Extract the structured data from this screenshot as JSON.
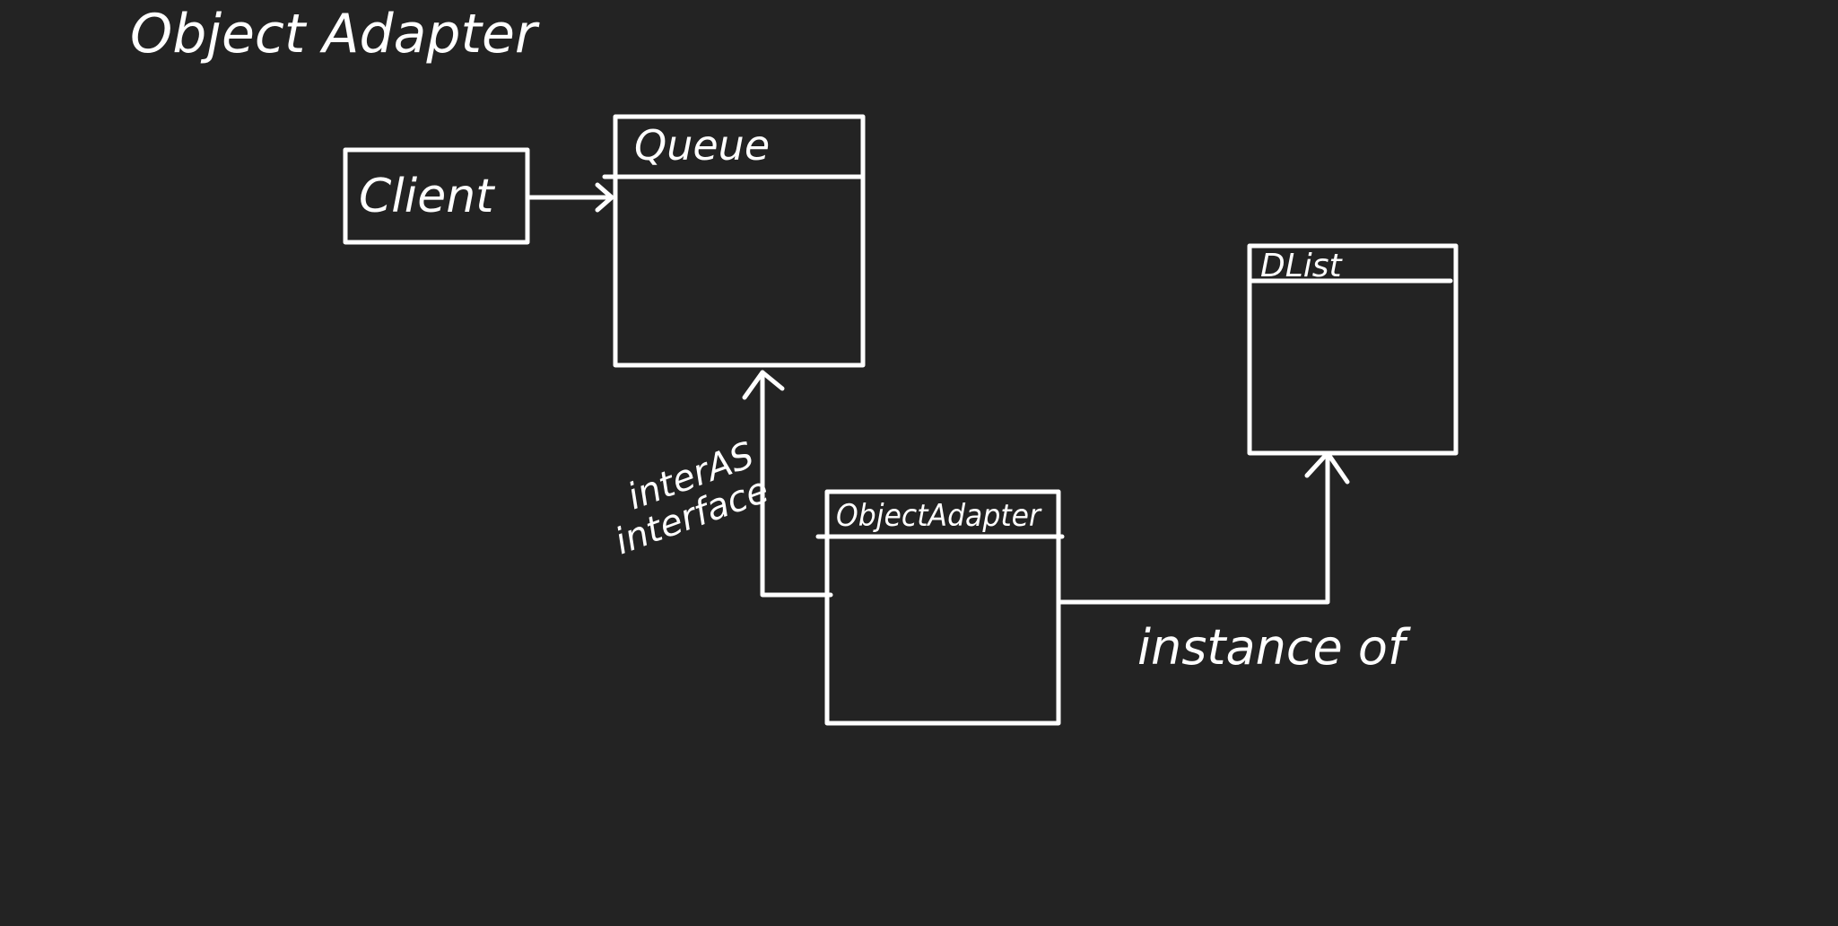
{
  "diagram": {
    "title": "Object Adapter",
    "boxes": {
      "client": {
        "label": "Client"
      },
      "queue": {
        "label": "Queue"
      },
      "dlist": {
        "label": "DList"
      },
      "object_adapter": {
        "label": "ObjectAdapter"
      }
    },
    "edges": {
      "impl_label_line1": "interAS",
      "impl_label_line2": "interface",
      "instance_label": "instance of"
    }
  }
}
